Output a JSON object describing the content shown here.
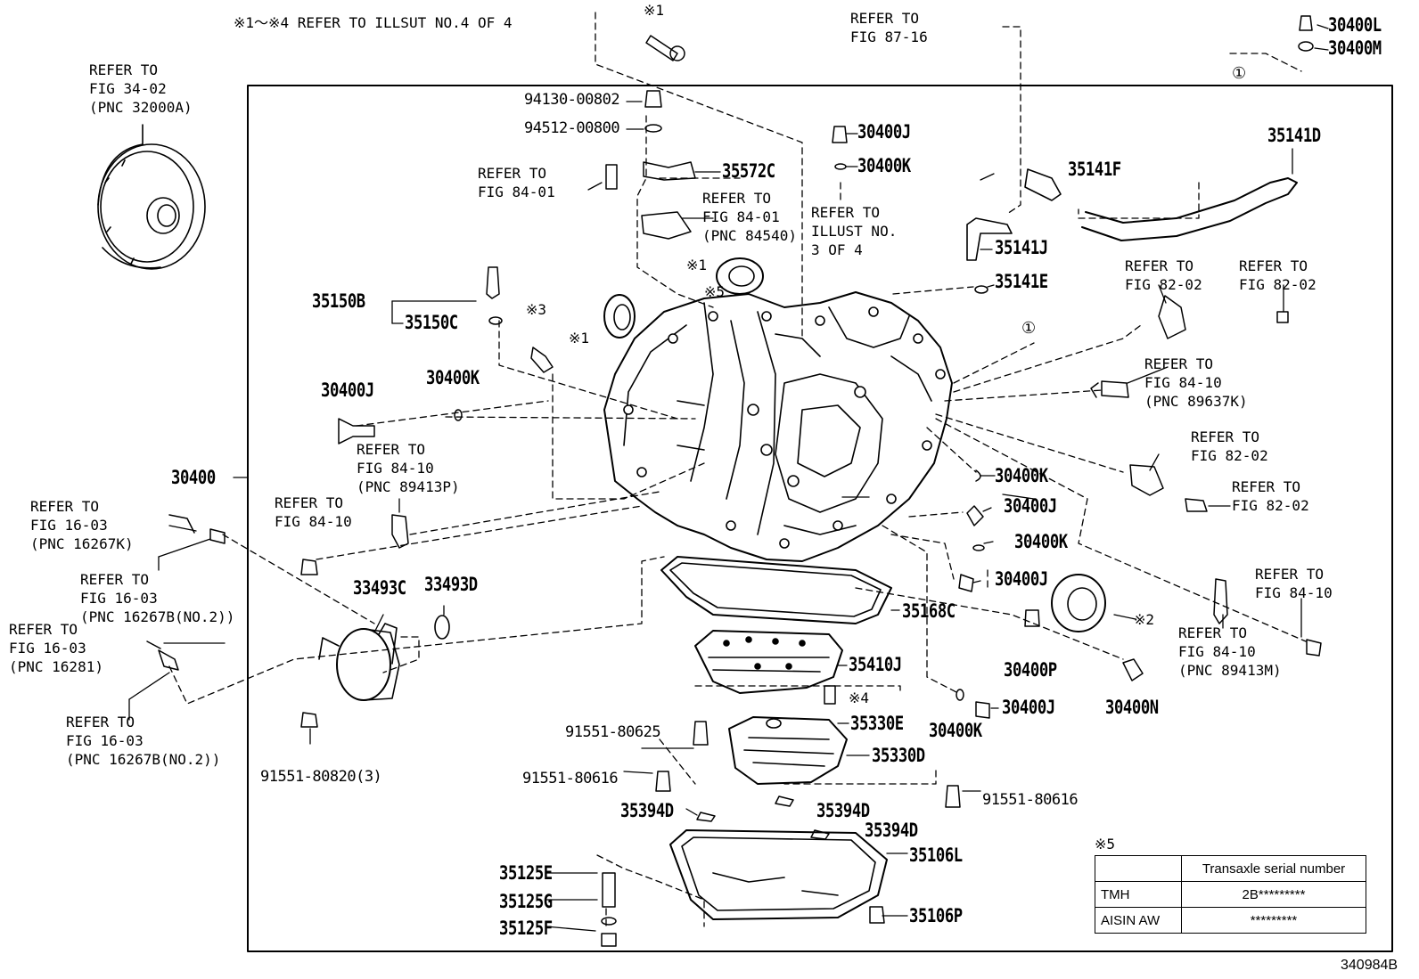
{
  "header_note": "※1～※4 REFER TO ILLSUT NO.4 OF 4",
  "diagram_id": "340984B",
  "refs": {
    "fig34_02": "REFER TO\nFIG 34-02\n(PNC 32000A)",
    "fig87_16": "REFER TO\nFIG 87-16",
    "fig84_01_a": "REFER TO\nFIG 84-01",
    "fig84_01_b": "REFER TO\nFIG 84-01\n(PNC 84540)",
    "illust3": "REFER TO\nILLUST NO.\n3 OF 4",
    "fig82_02_a": "REFER TO\nFIG 82-02",
    "fig82_02_b": "REFER TO\nFIG 82-02",
    "fig84_10_89637k": "REFER TO\nFIG 84-10\n(PNC 89637K)",
    "fig82_02_c": "REFER TO\nFIG 82-02",
    "fig82_02_d": "REFER TO\nFIG 82-02",
    "fig84_10_89413p": "REFER TO\nFIG 84-10\n(PNC 89413P)",
    "fig84_10_left": "REFER TO\nFIG 84-10",
    "fig16_03_16267k": "REFER TO\nFIG 16-03\n(PNC 16267K)",
    "fig16_03_16267b_a": "REFER TO\nFIG 16-03\n(PNC 16267B(NO.2))",
    "fig16_03_16281": "REFER TO\nFIG 16-03\n(PNC 16281)",
    "fig16_03_16267b_b": "REFER TO\nFIG 16-03\n(PNC 16267B(NO.2))",
    "fig84_10_right": "REFER TO\nFIG 84-10",
    "fig84_10_89413m": "REFER TO\nFIG 84-10\n(PNC 89413M)"
  },
  "parts": {
    "p30400L": "30400L",
    "p30400M": "30400M",
    "p94130": "94130-00802",
    "p94512": "94512-00800",
    "p30400J_top": "30400J",
    "p30400K_top": "30400K",
    "p35141D": "35141D",
    "p35141F": "35141F",
    "p35572C": "35572C",
    "p35141J": "35141J",
    "p35141E": "35141E",
    "p35150B": "35150B",
    "p35150C": "35150C",
    "p30400J_left": "30400J",
    "p30400K_left": "30400K",
    "p30400": "30400",
    "p30400K_r1": "30400K",
    "p30400J_r1": "30400J",
    "p30400K_r2": "30400K",
    "p30400J_r2": "30400J",
    "p33493C": "33493C",
    "p33493D": "33493D",
    "p35168C": "35168C",
    "p35410J": "35410J",
    "p30400P": "30400P",
    "p30400N": "30400N",
    "p35330E": "35330E",
    "p91551_80625": "91551-80625",
    "p30400J_low": "30400J",
    "p30400K_low": "30400K",
    "p35330D": "35330D",
    "p91551_80616_a": "91551-80616",
    "p91551_80820": "91551-80820(3)",
    "p91551_80616_b": "91551-80616",
    "p35394D_a": "35394D",
    "p35394D_b": "35394D",
    "p35394D_c": "35394D",
    "p35106L": "35106L",
    "p35125E": "35125E",
    "p35125G": "35125G",
    "p35125F": "35125F",
    "p35106P": "35106P"
  },
  "marks": {
    "m1_top": "※1",
    "m1_seal": "※1",
    "m1_left": "※1",
    "m5": "※5",
    "m3": "※3",
    "m4": "※4",
    "m2": "※2",
    "circle1_a": "①",
    "circle1_b": "①"
  },
  "serial_table": {
    "note_mark": "※5",
    "header": "Transaxle serial number",
    "rows": [
      {
        "maker": "TMH",
        "serial": "2B*********"
      },
      {
        "maker": "AISIN AW",
        "serial": "*********"
      }
    ]
  }
}
